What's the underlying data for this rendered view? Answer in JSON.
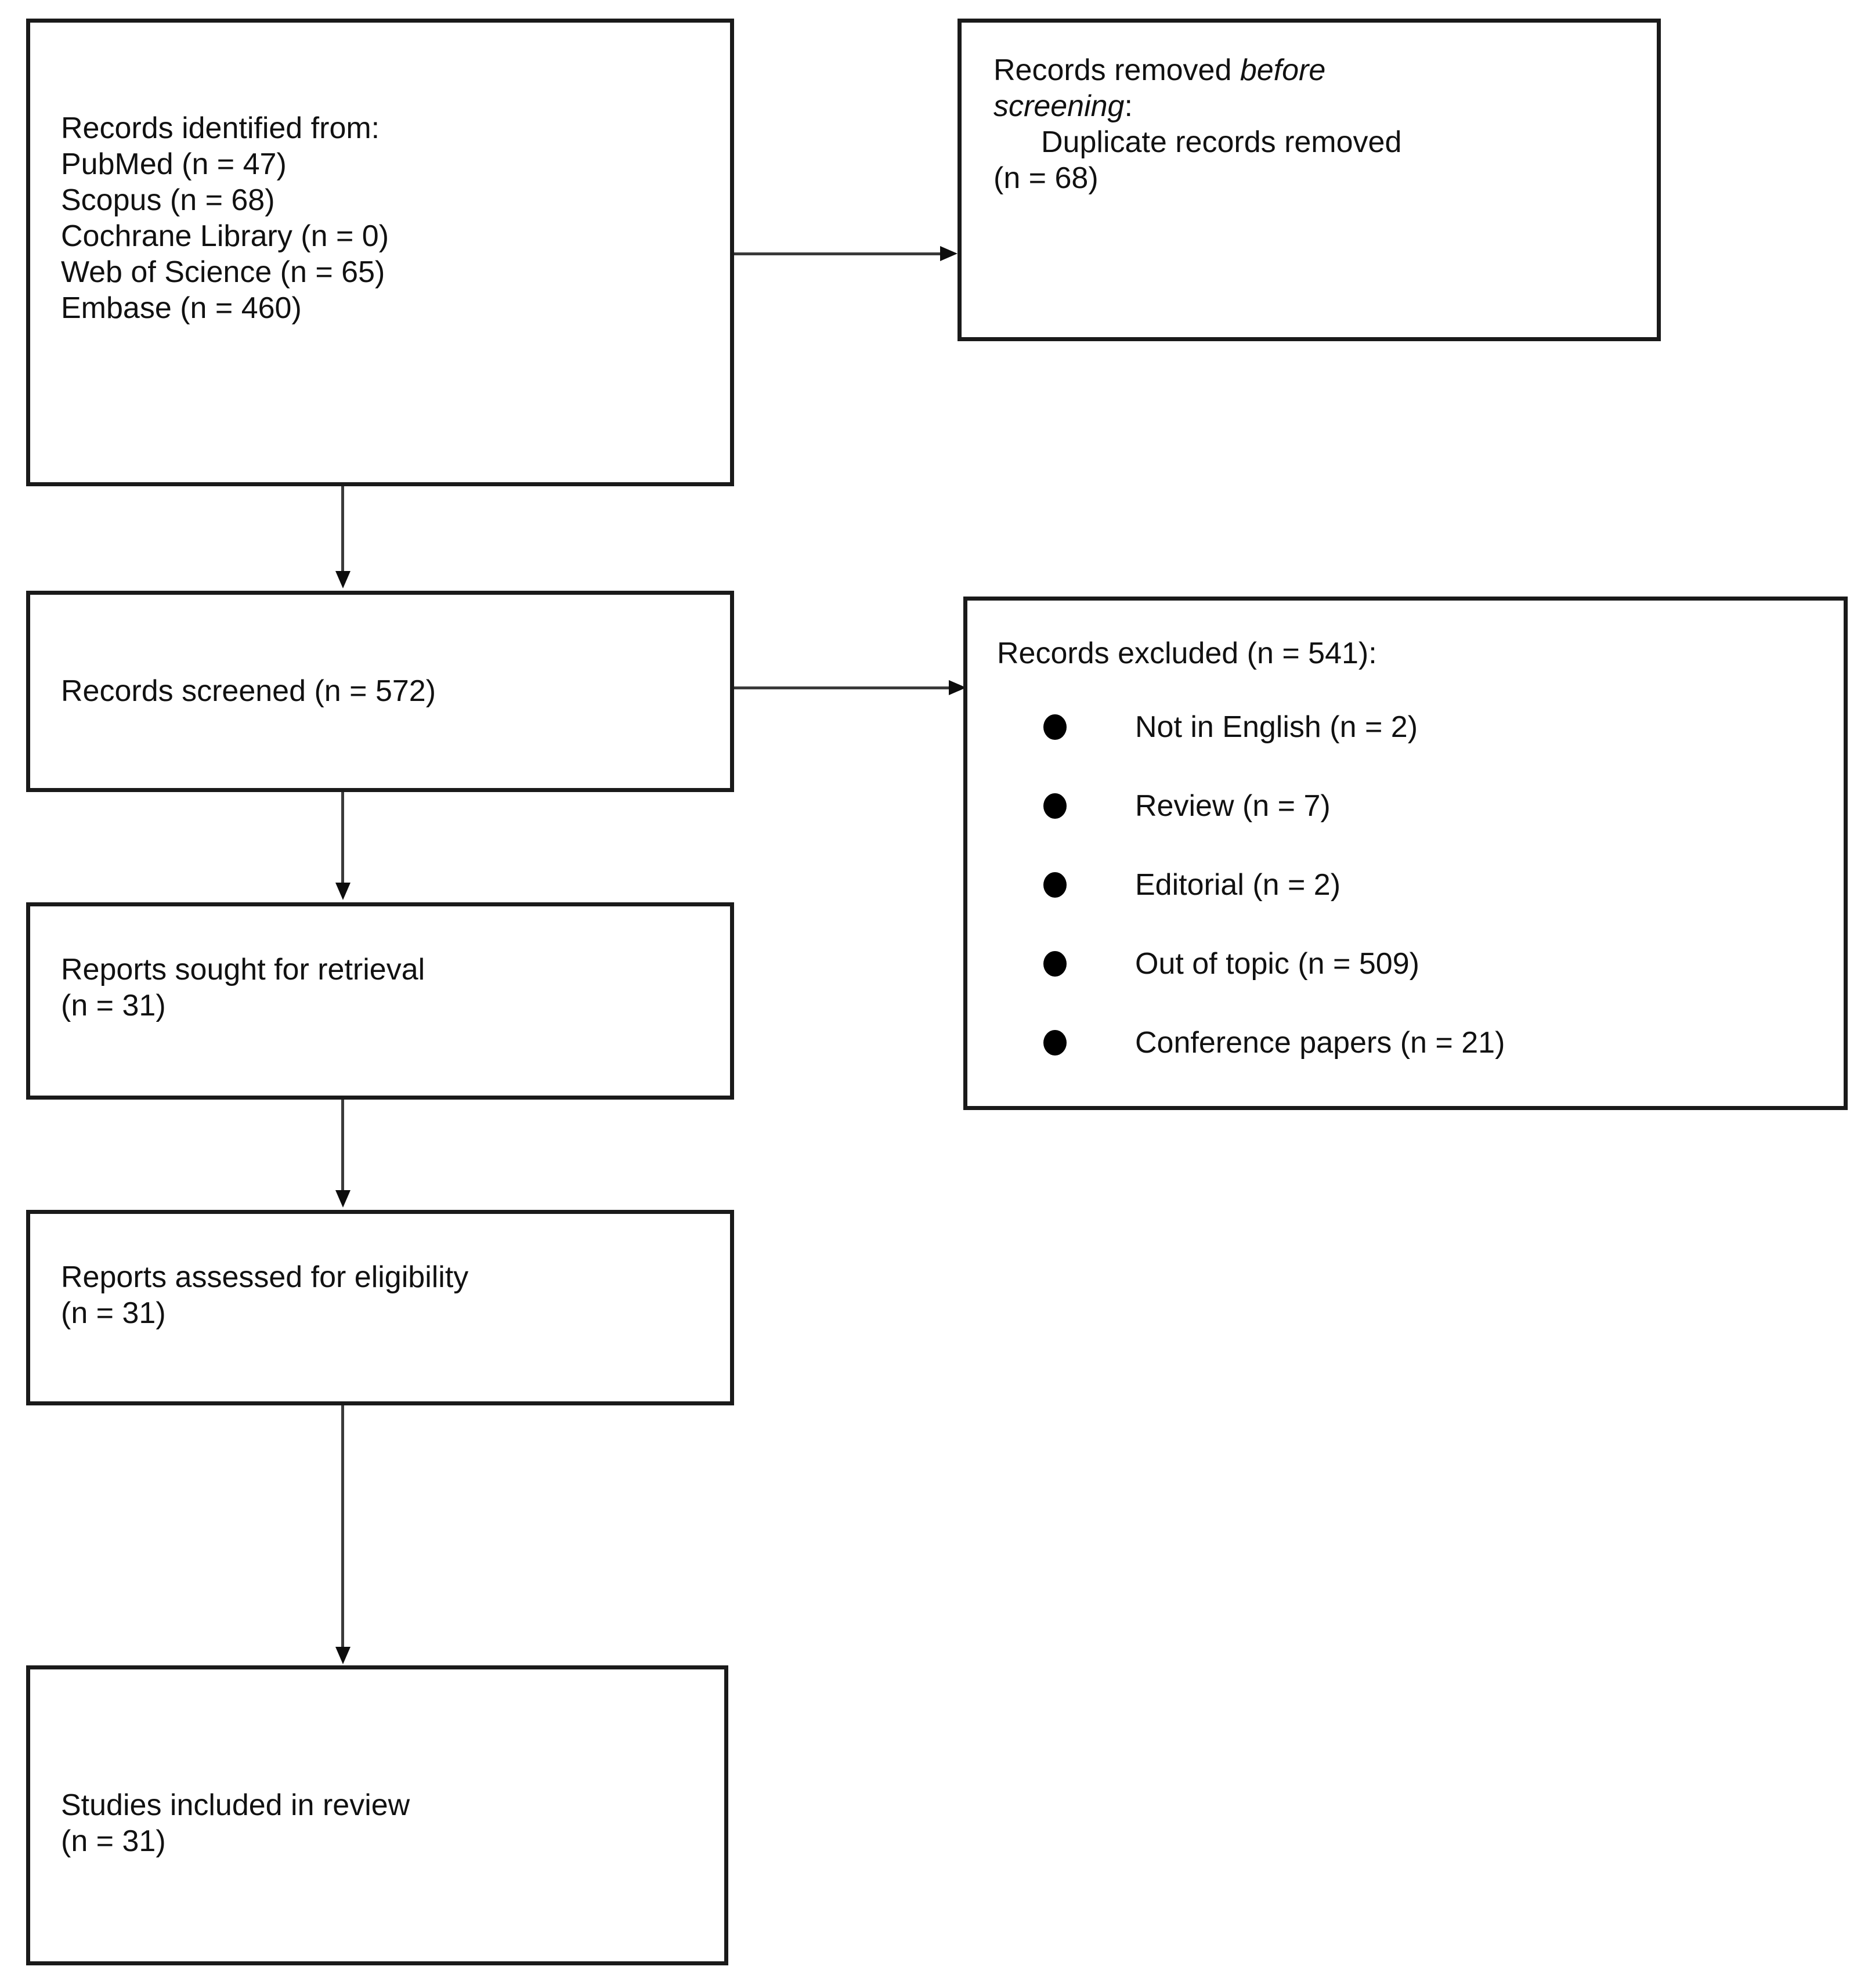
{
  "diagram": {
    "type": "PRISMA flow diagram",
    "boxes": {
      "identification": {
        "label": "Records identified from:",
        "sources": [
          "PubMed (n = 47)",
          "Scopus (n = 68)",
          "Cochrane Library (n = 0)",
          "Web of Science (n = 65)",
          "Embase (n = 460)"
        ],
        "text": "Records identified from:\nPubMed (n = 47)\nScopus (n = 68)\nCochrane Library (n = 0)\nWeb of Science (n = 65)\nEmbase (n = 460)"
      },
      "removed_before_screening": {
        "line1_plain": "Records removed ",
        "line1_italic": "before",
        "line2_italic": "screening",
        "line2_plain": ":",
        "detail_line1": "Duplicate records removed",
        "detail_line2": "(n = 68)"
      },
      "records_screened": {
        "text": "Records screened (n = 572)"
      },
      "records_excluded": {
        "heading": "Records excluded (n = 541):",
        "reasons": [
          "Not in English (n = 2)",
          "Review (n = 7)",
          "Editorial (n = 2)",
          "Out of topic (n = 509)",
          "Conference papers (n = 21)"
        ]
      },
      "reports_sought": {
        "text": "Reports sought for retrieval\n(n = 31)"
      },
      "reports_assessed": {
        "text": "Reports assessed for eligibility\n(n = 31)"
      },
      "studies_included": {
        "text": "Studies included in review\n(n = 31)"
      }
    },
    "colors": {
      "border": "#1a1a1a",
      "text": "#111111",
      "connector": "#3a3a3a",
      "background": "#ffffff"
    }
  }
}
